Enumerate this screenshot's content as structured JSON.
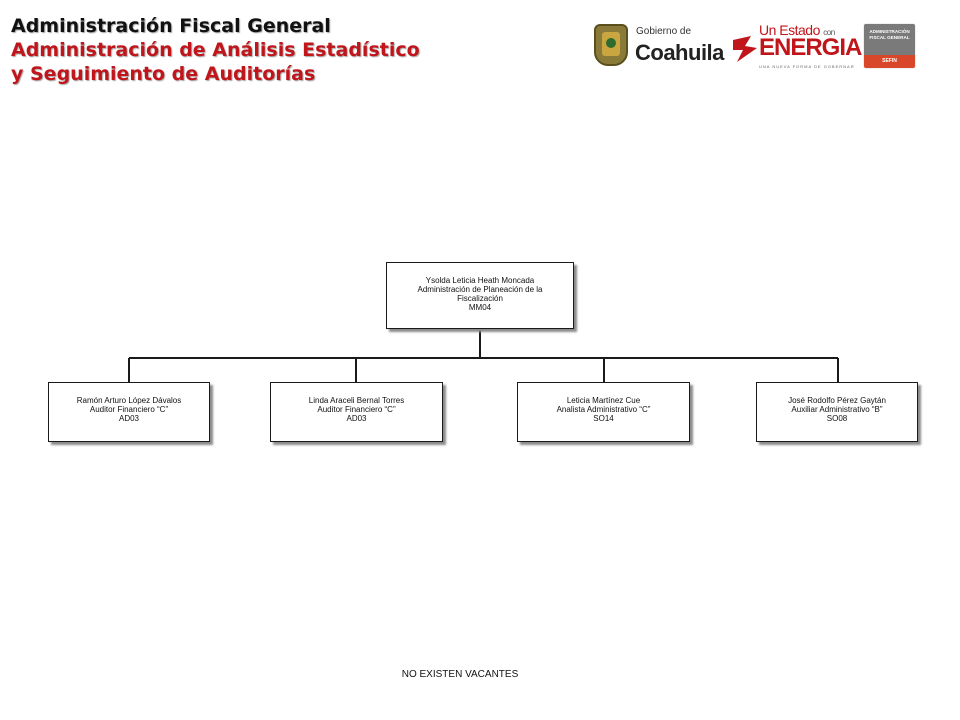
{
  "header": {
    "line1": "Administración Fiscal General",
    "line2": "Administración de Análisis Estadístico",
    "line3": "y Seguimiento de Auditorías"
  },
  "logos": {
    "coahuila_small": "Gobierno de",
    "coahuila_big": "Coahuila",
    "energia_top": "Un Estado",
    "energia_con": "con",
    "energia_big": "ENERGIA",
    "energia_sub": "UNA NUEVA FORMA DE GOBERNAR",
    "afg_line1": "ADMINISTRACIÓN",
    "afg_line2": "FISCAL GENERAL",
    "afg_bottom": "SEFIN"
  },
  "org": {
    "root": {
      "name": "Ysolda Leticia Heath Moncada",
      "position": "Administración de Planeación de la Fiscalización",
      "code": "MM04"
    },
    "children": [
      {
        "name": "Ramón Arturo López Dávalos",
        "position": "Auditor Financiero “C”",
        "code": "AD03"
      },
      {
        "name": "Linda Araceli Bernal Torres",
        "position": "Auditor Financiero “C”",
        "code": "AD03"
      },
      {
        "name": "Leticia Martínez Cue",
        "position": "Analista Administrativo “C”",
        "code": "SO14"
      },
      {
        "name": "José Rodolfo Pérez Gaytán",
        "position": "Auxiliar Administrativo “B”",
        "code": "SO08"
      }
    ]
  },
  "footer": "NO EXISTEN VACANTES",
  "colors": {
    "title_dark": "#111111",
    "title_red": "#c0151b",
    "line": "#1a1a1a"
  }
}
